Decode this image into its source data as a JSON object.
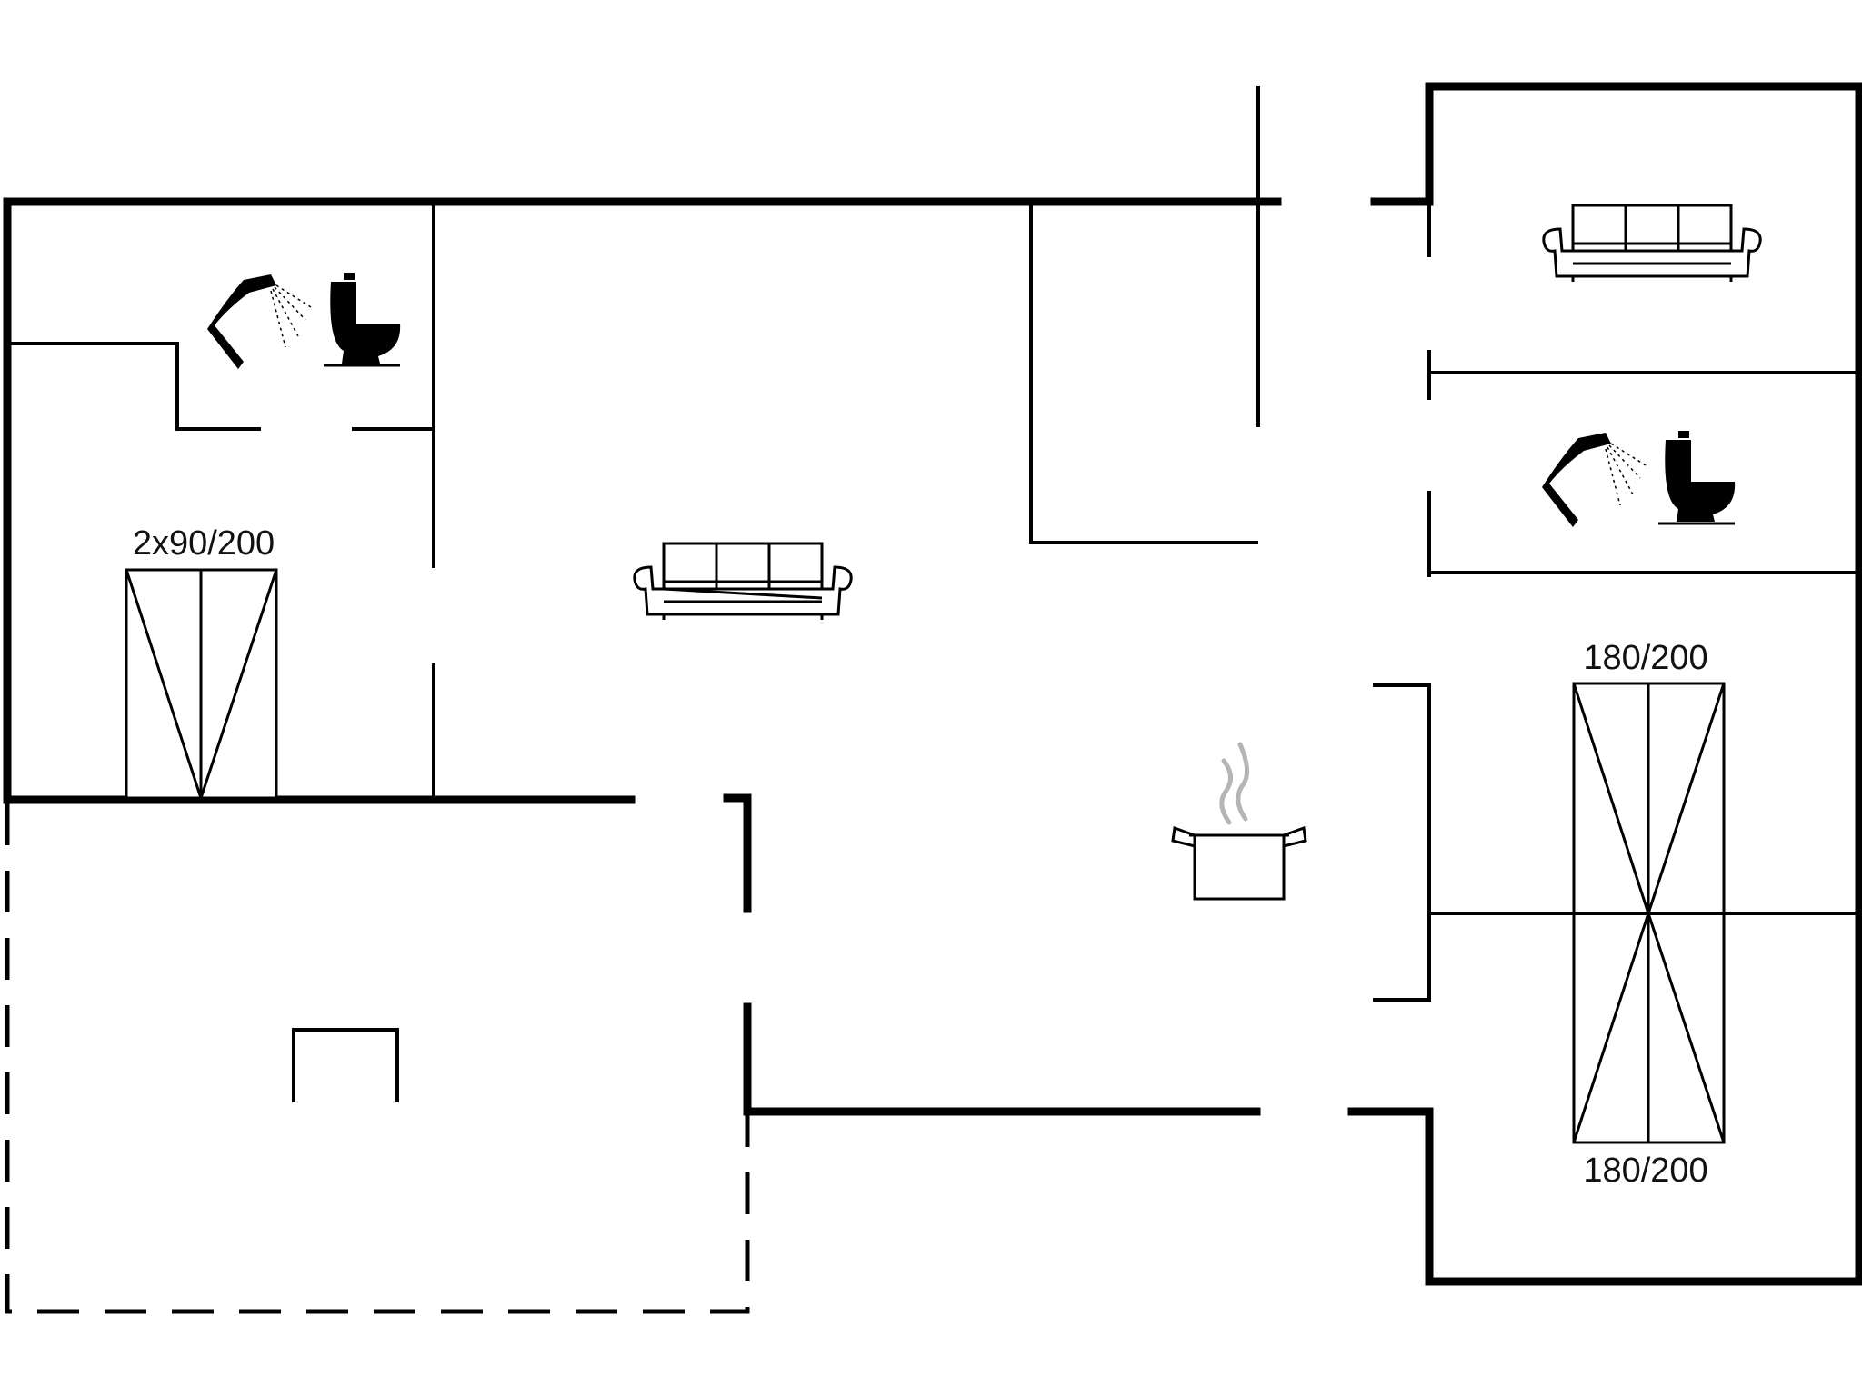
{
  "floorplan": {
    "labels": {
      "bed_twin": "2x90/200",
      "bed_double_top": "180/200",
      "bed_double_bottom": "180/200"
    },
    "icons": [
      "shower-icon",
      "toilet-icon",
      "sofa-icon",
      "cooking-pot-icon"
    ],
    "colors": {
      "wall": "#000000",
      "steam": "#b5b5b5",
      "background": "#ffffff"
    }
  }
}
